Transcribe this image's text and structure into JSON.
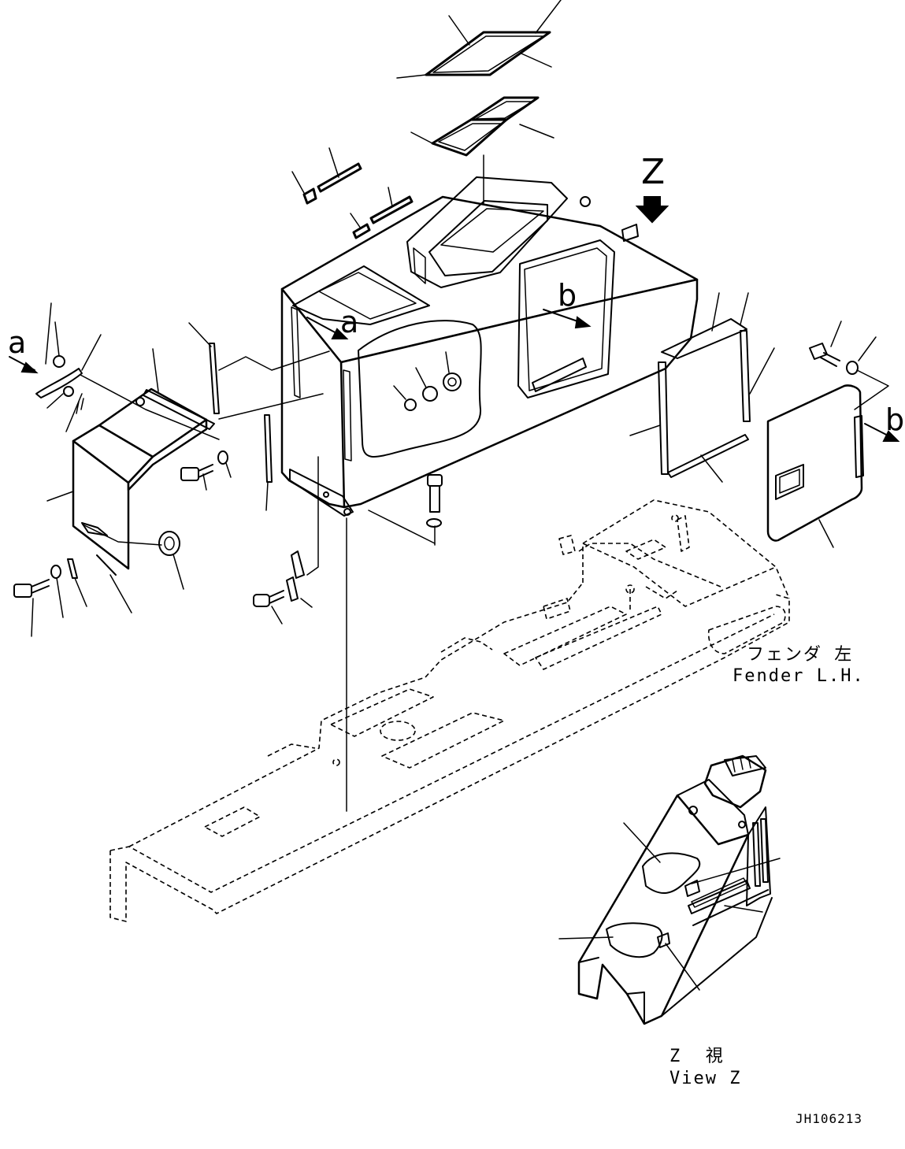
{
  "callouts": {
    "view_z_arrow": "Z",
    "arrow_a_left": "a",
    "arrow_a_body": "a",
    "arrow_b_body": "b",
    "arrow_b_door": "b"
  },
  "captions": {
    "fender_jp": "フェンダ 左",
    "fender_en": "Fender L.H.",
    "view_jp": "Z  視",
    "view_en": "View Z"
  },
  "drawing_code": "JH106213"
}
